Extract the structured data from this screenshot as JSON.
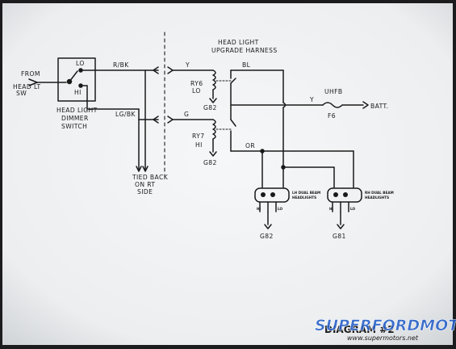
{
  "labels": {
    "from": "FROM",
    "head_lt_sw_1": "HEAD LT",
    "head_lt_sw_2": "SW",
    "lo": "LO",
    "hi": "HI",
    "dimmer_1": "HEAD LIGHT",
    "dimmer_2": "DIMMER",
    "dimmer_3": "SWITCH",
    "rbk": "R/BK",
    "lgbk": "LG/BK",
    "y1": "Y",
    "g": "G",
    "tied_1": "TIED BACK",
    "tied_2": "ON RT",
    "tied_3": "SIDE",
    "harness_1": "HEAD LIGHT",
    "harness_2": "UPGRADE HARNESS",
    "bl": "BL",
    "ry6_1": "RY6",
    "ry6_2": "LO",
    "g82_top": "G82",
    "ry7_1": "RY7",
    "ry7_2": "HI",
    "g82_bot": "G82",
    "y2": "Y",
    "uhfb": "UHFB",
    "f6": "F6",
    "batt": "BATT.",
    "or": "OR",
    "lh_1": "LH DUAL BEAM",
    "lh_2": "HEADLIGHTS",
    "rh_1": "RH DUAL BEAM",
    "rh_2": "HEADLIGHTS",
    "lh_hi": "HI",
    "lh_lo": "LO",
    "rh_hi": "HI",
    "rh_lo": "LO",
    "g82_lamp": "G82",
    "g81_lamp": "G81",
    "diagram_title": "DIAGRAM #2"
  },
  "watermark": {
    "brand": "SUPERFORDMOTORS",
    "url": "www.supermotors.net"
  },
  "colors": {
    "ink": "#1a1a1a",
    "paper": "#f1f3f4",
    "watermark_blue": "#2a62c9",
    "watermark_red": "#d8201c"
  }
}
